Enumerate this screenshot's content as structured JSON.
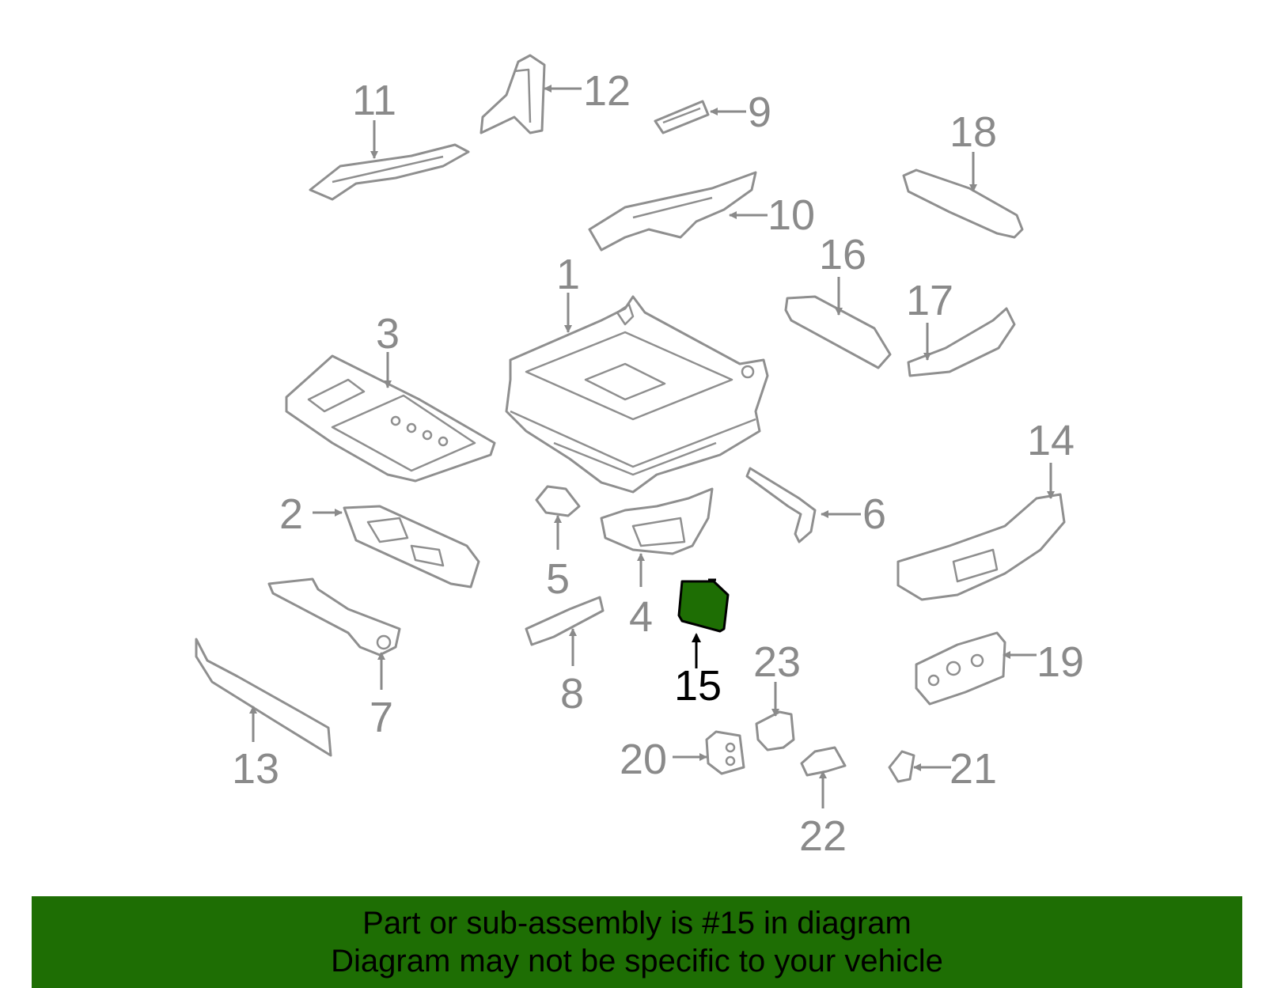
{
  "diagram": {
    "highlight_color": "#1e6e04",
    "callouts": [
      "1",
      "2",
      "3",
      "4",
      "5",
      "6",
      "7",
      "8",
      "9",
      "10",
      "11",
      "12",
      "13",
      "14",
      "15",
      "16",
      "17",
      "18",
      "19",
      "20",
      "21",
      "22",
      "23"
    ],
    "highlighted_part": "15"
  },
  "banner": {
    "line1": "Part or sub-assembly is #15 in diagram",
    "line2": "Diagram may not be specific to your vehicle"
  }
}
